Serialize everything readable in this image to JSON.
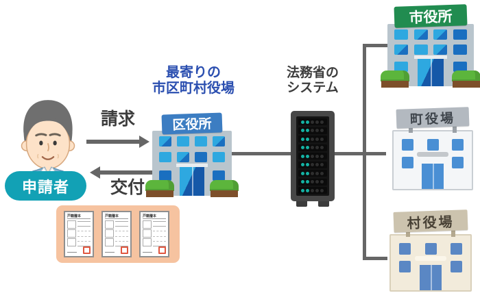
{
  "diagram": {
    "applicant": {
      "label": "申請者"
    },
    "flow": {
      "request": "請求",
      "issue": "交付"
    },
    "local_office": {
      "title_line1": "最寄りの",
      "title_line2": "市区町村役場",
      "sign": "区役所"
    },
    "system": {
      "title_line1": "法務省の",
      "title_line2": "システム"
    },
    "offices": [
      {
        "sign": "市役所"
      },
      {
        "sign": "町役場"
      },
      {
        "sign": "村役場"
      }
    ],
    "documents": {
      "title": "戸籍謄本",
      "count": 3
    }
  },
  "colors": {
    "badge_teal": "#12a1b5",
    "title_blue": "#2b4fb0",
    "text_dark": "#3d3d3d",
    "connector_gray": "#666666",
    "sign_blue": "#3c7dc2",
    "sign_green": "#218c50",
    "sign_gray": "#b3b9c0",
    "sign_tan": "#ccc3ae",
    "building_gray": "#b9c5cd",
    "building_white": "#f4f6f8",
    "building_cream": "#f2ebdb",
    "window_blue_light": "#2ea8e0",
    "window_blue_dark": "#1a6fc0",
    "window_blue_flat": "#4a8fd4",
    "led_teal": "#14b2a4",
    "server_body": "#474747",
    "panel_pink": "#f6c3a0",
    "stamp_red": "#e0563f"
  }
}
